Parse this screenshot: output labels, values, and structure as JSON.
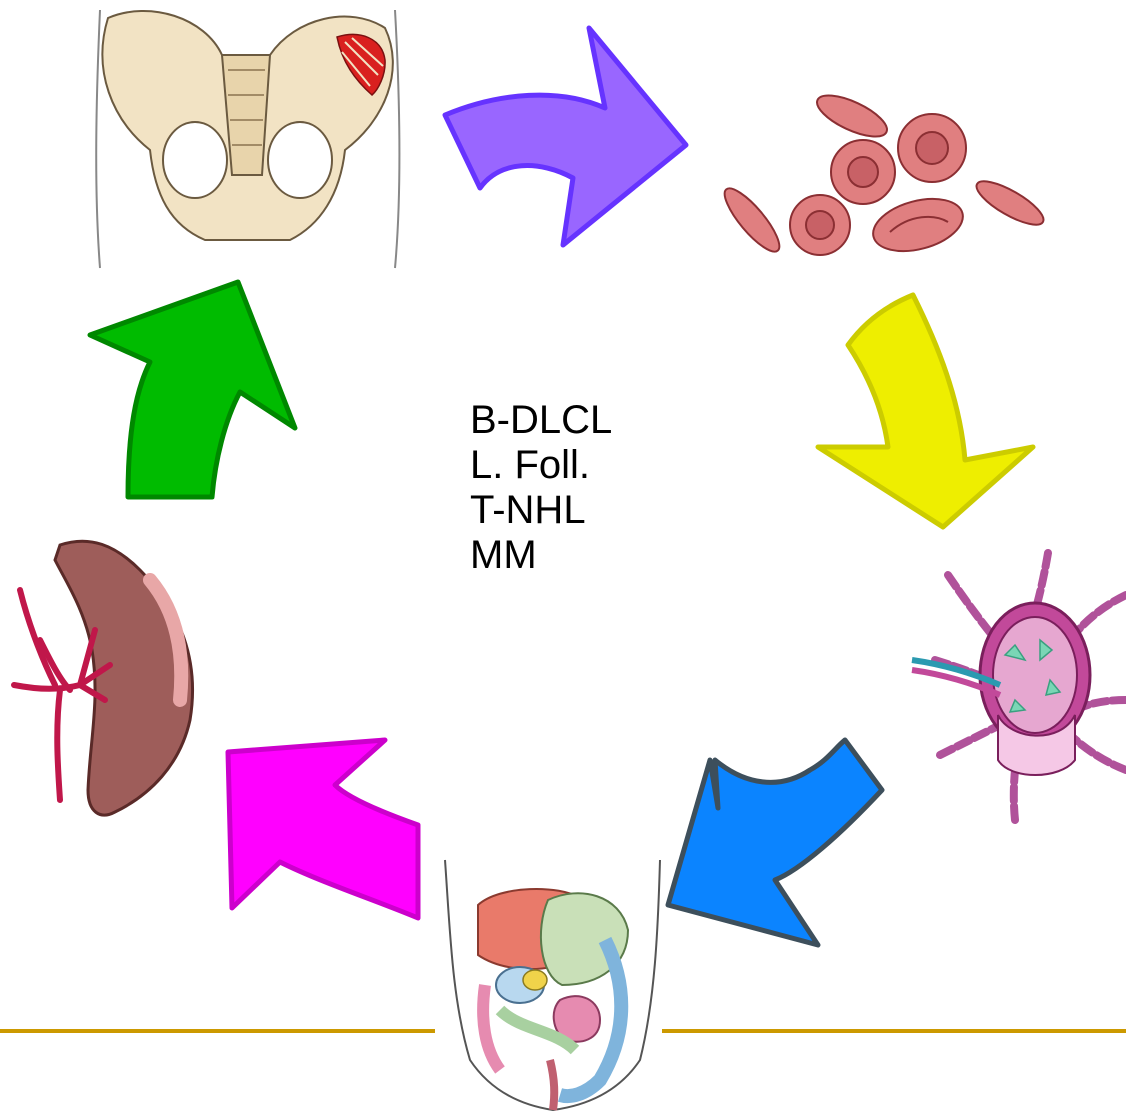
{
  "center_list": [
    "B-DLCL",
    "L. Foll.",
    "T-NHL",
    "MM"
  ],
  "illustrations": [
    {
      "id": "pelvis",
      "subject": "pelvic bone"
    },
    {
      "id": "blood-cells",
      "subject": "red blood cells"
    },
    {
      "id": "lymph-node",
      "subject": "lymph node"
    },
    {
      "id": "abdomen",
      "subject": "abdominal organs"
    },
    {
      "id": "spleen",
      "subject": "spleen"
    }
  ],
  "arrows": [
    {
      "from": "pelvis",
      "to": "blood-cells",
      "fill": "#9966ff",
      "stroke": "#6633ff"
    },
    {
      "from": "blood-cells",
      "to": "lymph-node",
      "fill": "#eeee00",
      "stroke": "#cccc00"
    },
    {
      "from": "lymph-node",
      "to": "abdomen",
      "fill": "#0b84ff",
      "stroke": "#3d4f5c"
    },
    {
      "from": "abdomen",
      "to": "spleen",
      "fill": "#ff00ff",
      "stroke": "#cc00cc"
    },
    {
      "from": "spleen",
      "to": "pelvis",
      "fill": "#00bb00",
      "stroke": "#008800"
    }
  ],
  "colors": {
    "divider": "#cc9900",
    "text": "#000000",
    "background": "#ffffff"
  }
}
